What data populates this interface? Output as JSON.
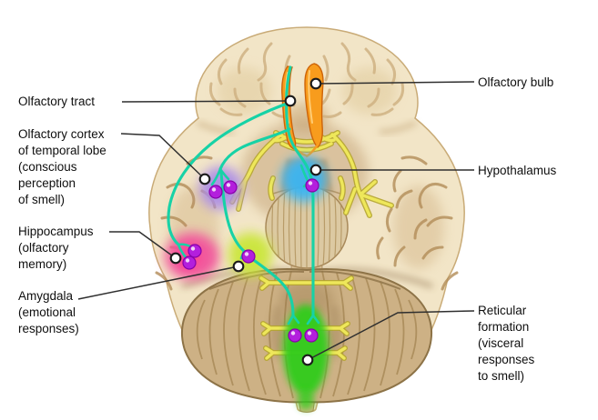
{
  "diagram": {
    "left_labels": [
      {
        "id": "olfactory-tract",
        "text": "Olfactory tract"
      },
      {
        "id": "olfactory-cortex",
        "text": "Olfactory cortex\nof temporal lobe\n(conscious\nperception\nof smell)"
      },
      {
        "id": "hippocampus",
        "text": "Hippocampus\n(olfactory\nmemory)"
      },
      {
        "id": "amygdala",
        "text": "Amygdala\n(emotional\nresponses)"
      }
    ],
    "right_labels": [
      {
        "id": "olfactory-bulb",
        "text": "Olfactory bulb"
      },
      {
        "id": "hypothalamus",
        "text": "Hypothalamus"
      },
      {
        "id": "reticular-formation",
        "text": "Reticular\nformation\n(visceral\nresponses\nto smell)"
      }
    ]
  },
  "colors": {
    "background": "#ffffff",
    "leader-line": "#2f2f2f",
    "marker-fill": "#ffffff",
    "marker-stroke": "#1a1a1a",
    "brain-base": "#f2e5c7",
    "brain-edge": "#c9ab77",
    "sulcus": "#cfb183",
    "sulcus-deep": "#b28c58",
    "cerebellum": "#cdb185",
    "cereb-edge": "#8d7347",
    "cereb-line": "#a1824f",
    "pons": "#dcc9a2",
    "pons-edge": "#a8895a",
    "pons-line": "#b2945f",
    "nerve-yellow": "#eee75a",
    "nerve-dark": "#b5a52f",
    "bulb-orange": "#f89c1d",
    "bulb-dark": "#cd6409",
    "pathway-teal": "#17d2a6",
    "neuron-dot": "#b31fdd",
    "neuron-rim": "#8800aa",
    "hypothalamus-blue": "#3ab5f2",
    "cortex-purple": "#ab8ce6",
    "hippocampus-pink": "#f2549c",
    "amygdala-green": "#cbe63a",
    "reticular-green": "#31cc1d"
  }
}
